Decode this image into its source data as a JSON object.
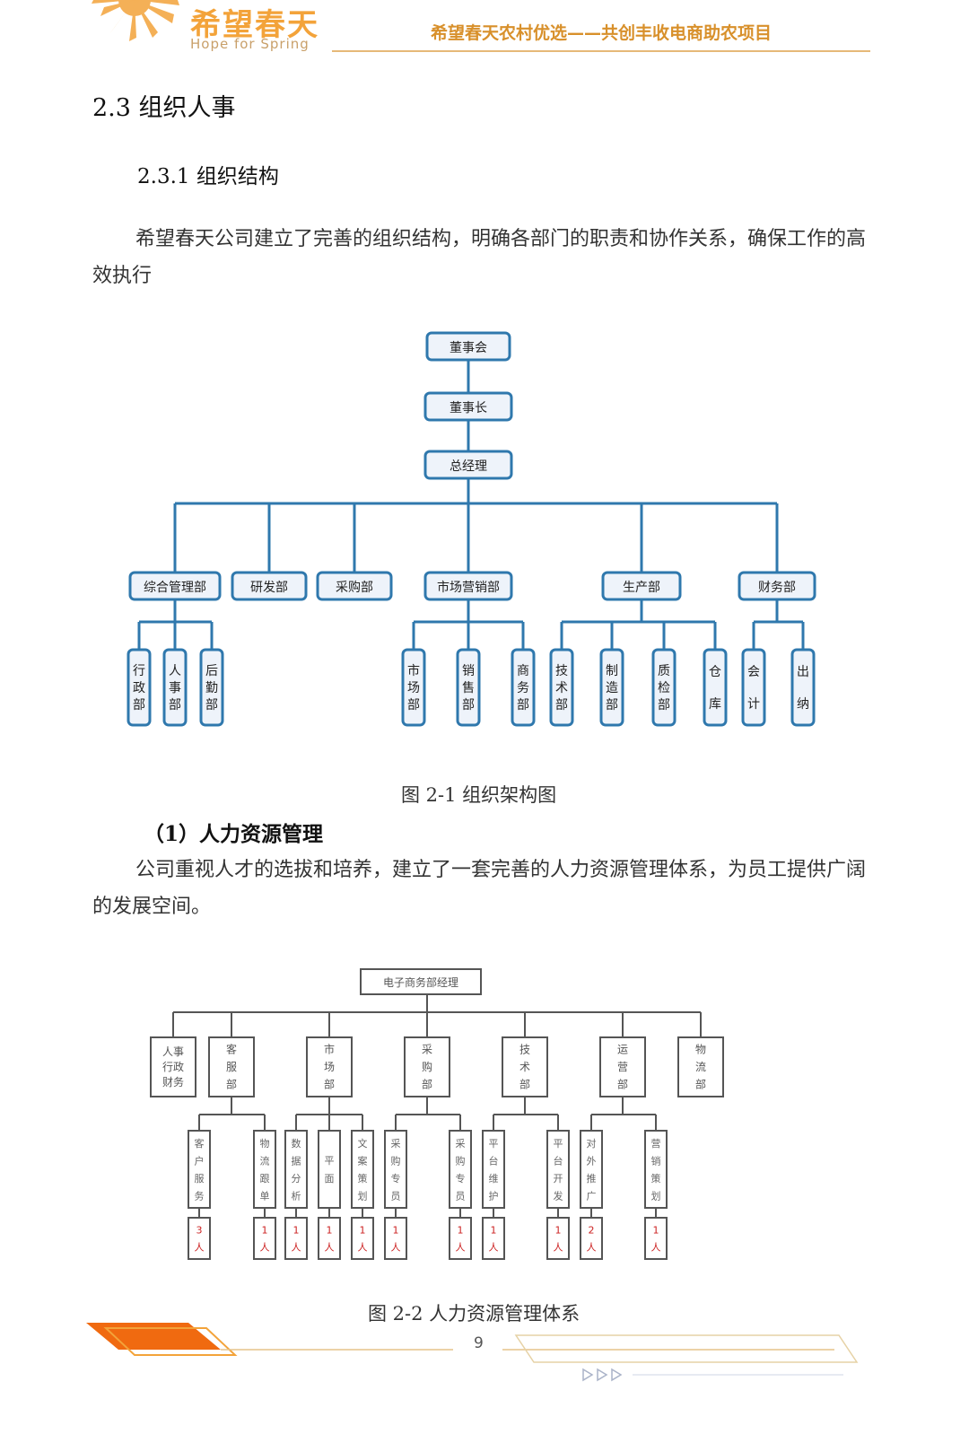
{
  "header": {
    "logo_title": "希望春天",
    "logo_subtitle": "Hope for Spring",
    "project_title": "希望春天农村优选——共创丰收电商助农项目"
  },
  "section": {
    "heading": "2.3 组织人事",
    "subheading": "2.3.1 组织结构",
    "paragraph1": "希望春天公司建立了完善的组织结构，明确各部门的职责和协作关系，确保工作的高效执行",
    "hr_heading": "（1）人力资源管理",
    "paragraph2": "公司重视人才的选拔和培养，建立了一套完善的人力资源管理体系，为员工提供广阔的发展空间。"
  },
  "org_chart": {
    "level1": "董事会",
    "level2": "董事长",
    "level3": "总经理",
    "departments": [
      {
        "name": "综合管理部",
        "subs": [
          "行政部",
          "人事部",
          "后勤部"
        ]
      },
      {
        "name": "研发部",
        "subs": []
      },
      {
        "name": "采购部",
        "subs": []
      },
      {
        "name": "市场营销部",
        "subs": [
          "市场部",
          "销售部",
          "商务部"
        ]
      },
      {
        "name": "生产部",
        "subs": [
          "技术部",
          "制造部",
          "质检部",
          "仓库"
        ]
      },
      {
        "name": "财务部",
        "subs": [
          "会计",
          "出纳"
        ]
      }
    ],
    "caption": "图 2-1 组织架构图"
  },
  "hr_chart": {
    "root": "电子商务部经理",
    "departments": [
      {
        "name": "人事行政财务",
        "subs": []
      },
      {
        "name": "客服部",
        "subs": [
          {
            "role": "客户服务",
            "count": "3人"
          },
          {
            "role": "物流跟单",
            "count": "1人"
          }
        ]
      },
      {
        "name": "市场部",
        "subs": [
          {
            "role": "数据分析",
            "count": "1人"
          },
          {
            "role": "平面",
            "count": "1人"
          },
          {
            "role": "文案策划",
            "count": "1人"
          }
        ]
      },
      {
        "name": "采购部",
        "subs": [
          {
            "role": "采购专员",
            "count": "1人"
          },
          {
            "role": "采购专员",
            "count": "1人"
          }
        ]
      },
      {
        "name": "技术部",
        "subs": [
          {
            "role": "平台维护",
            "count": "1人"
          },
          {
            "role": "平台开发",
            "count": "1人"
          }
        ]
      },
      {
        "name": "运营部",
        "subs": [
          {
            "role": "对外推广",
            "count": "2人"
          },
          {
            "role": "营销策划",
            "count": "1人"
          }
        ]
      },
      {
        "name": "物流部",
        "subs": []
      }
    ],
    "caption": "图 2-2 人力资源管理体系"
  },
  "footer": {
    "page_number": "9"
  },
  "colors": {
    "org_border": "#2f78ad",
    "org_fill": "#eef3fa",
    "hr_border": "#555555",
    "hr_count": "#cc2222",
    "brand_orange": "#f3a33a",
    "footer_orange": "#f06a10"
  }
}
